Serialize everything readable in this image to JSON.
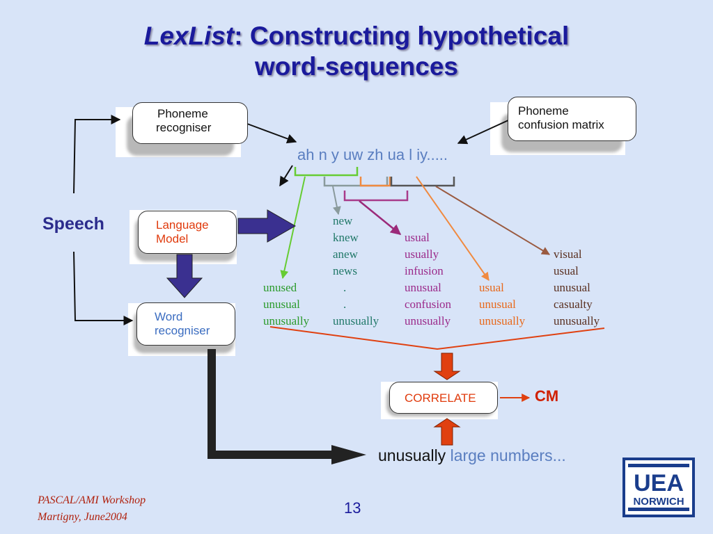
{
  "title": {
    "italic": "LexList",
    "rest": ": Constructing hypothetical",
    "line2": "word-sequences"
  },
  "boxes": {
    "phoneme_recogniser": [
      "Phoneme",
      "recogniser"
    ],
    "confusion_matrix": [
      "Phoneme",
      "confusion matrix"
    ],
    "language_model": [
      "Language",
      "Model"
    ],
    "word_recogniser": [
      "Word",
      "recogniser"
    ],
    "correlate": "CORRELATE"
  },
  "phoneme_string": "ah n y uw zh ua l iy.....",
  "speech_label": "Speech",
  "cm_label": "CM",
  "output": {
    "word": "unusually",
    "rest": "large numbers..."
  },
  "columns": {
    "col1": [
      "unused",
      "unusual",
      "unusually"
    ],
    "col2": [
      "new",
      "knew",
      "anew",
      "news",
      ".",
      ".",
      "unusually"
    ],
    "col3": [
      "usual",
      "usually",
      "infusion",
      "unusual",
      "confusion",
      "unusually"
    ],
    "col4": [
      "usual",
      "unusual",
      "unusually"
    ],
    "col5": [
      "visual",
      "usual",
      "unusual",
      "casualty",
      "unusually"
    ]
  },
  "colors": {
    "title": "#1a1a9c",
    "green": "#2a9a2a",
    "teal": "#207868",
    "purple": "#9b2a8a",
    "orange": "#e8681a",
    "brown": "#5a3020",
    "arrow_dark": "#3a3090",
    "correlate_red": "#e04010",
    "uea_blue": "#1a3d8c"
  },
  "footer": {
    "line1": "PASCAL/AMI Workshop",
    "line2": "Martigny, June2004"
  },
  "page_number": "13",
  "logo": {
    "line1": "UEA",
    "line2": "NORWICH"
  }
}
